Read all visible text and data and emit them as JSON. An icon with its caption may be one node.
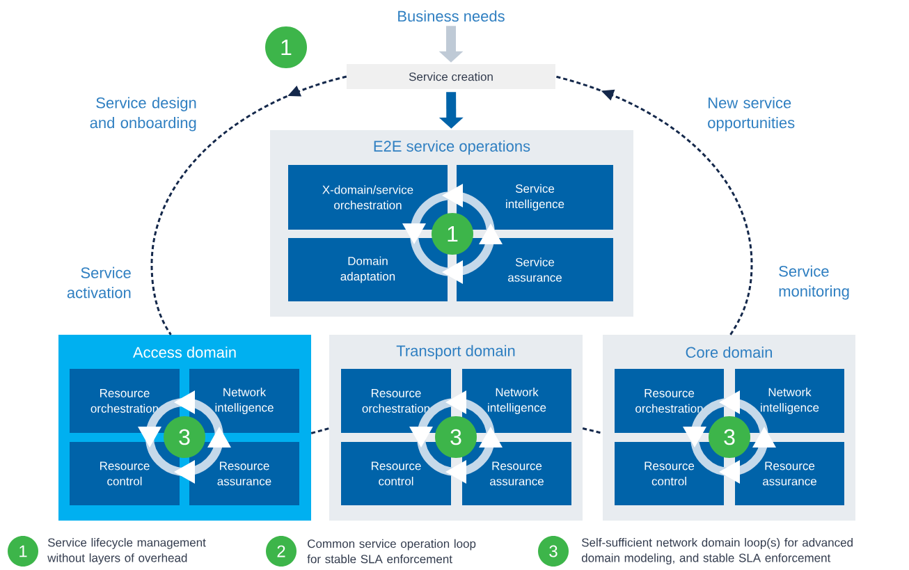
{
  "diagram": {
    "nodes": [
      {
        "text": [
          "Business needs"
        ]
      },
      {
        "text": [
          "Service creation"
        ]
      },
      {
        "text": [
          "E2E service operations"
        ]
      },
      {
        "text": [
          "X-domain/service orchestration"
        ],
        "in": 2
      },
      {
        "text": [
          "Service intelligence"
        ],
        "in": 2
      },
      {
        "text": [
          "Domain adaptation"
        ],
        "in": 2
      },
      {
        "text": [
          "Service assurance"
        ],
        "in": 2
      },
      {
        "text": [
          "1"
        ],
        "in": 2
      },
      {
        "text": [
          "Access domain"
        ]
      },
      {
        "text": [
          "Resource orchestration"
        ],
        "in": 8
      },
      {
        "text": [
          "Network intelligence"
        ],
        "in": 8
      },
      {
        "text": [
          "Resource control"
        ],
        "in": 8
      },
      {
        "text": [
          "Resource assurance"
        ],
        "in": 8
      },
      {
        "text": [
          "3"
        ],
        "in": 8
      },
      {
        "text": [
          "Transport domain"
        ]
      },
      {
        "text": [
          "Resource orchestration"
        ],
        "in": 14
      },
      {
        "text": [
          "Network intelligence"
        ],
        "in": 14
      },
      {
        "text": [
          "Resource control"
        ],
        "in": 14
      },
      {
        "text": [
          "Resource assurance"
        ],
        "in": 14
      },
      {
        "text": [
          "3"
        ],
        "in": 14
      },
      {
        "text": [
          "Core domain"
        ]
      },
      {
        "text": [
          "Resource orchestration"
        ],
        "in": 20
      },
      {
        "text": [
          "Network intelligence"
        ],
        "in": 20
      },
      {
        "text": [
          "Resource control"
        ],
        "in": 20
      },
      {
        "text": [
          "Resource assurance"
        ],
        "in": 20
      },
      {
        "text": [
          "3"
        ],
        "in": 20
      },
      {
        "text": [
          "1"
        ]
      },
      {
        "text": [
          "1"
        ],
        "beside": [
          "Service lifecycle management without layers of overhead"
        ]
      },
      {
        "text": [
          "2"
        ],
        "beside": [
          "Common service operation loop for stable SLA enforcement"
        ]
      },
      {
        "text": [
          "3"
        ],
        "beside": [
          "Self-sufficient network domain loop(s) for advanced domain modeling, and stable SLA enforcement"
        ]
      }
    ],
    "edges": [
      {
        "from": 0,
        "to": 1,
        "arrow": "to",
        "style": "thick",
        "color": "#bfcad6"
      },
      {
        "from": 1,
        "to": 2,
        "arrow": "to",
        "style": "thick",
        "color": "#0063a9"
      },
      {
        "from": 1,
        "to": 8,
        "arrow": "to",
        "style": "dashed"
      },
      {
        "from": 8,
        "to": 14,
        "arrow": "none",
        "style": "dashed"
      },
      {
        "from": 14,
        "to": 20,
        "arrow": "none",
        "style": "dashed"
      },
      {
        "from": 20,
        "to": 1,
        "arrow": "to",
        "style": "dashed"
      }
    ],
    "labels": [
      "Service design and onboarding",
      "New service opportunities",
      "Service activation",
      "Service monitoring"
    ]
  }
}
